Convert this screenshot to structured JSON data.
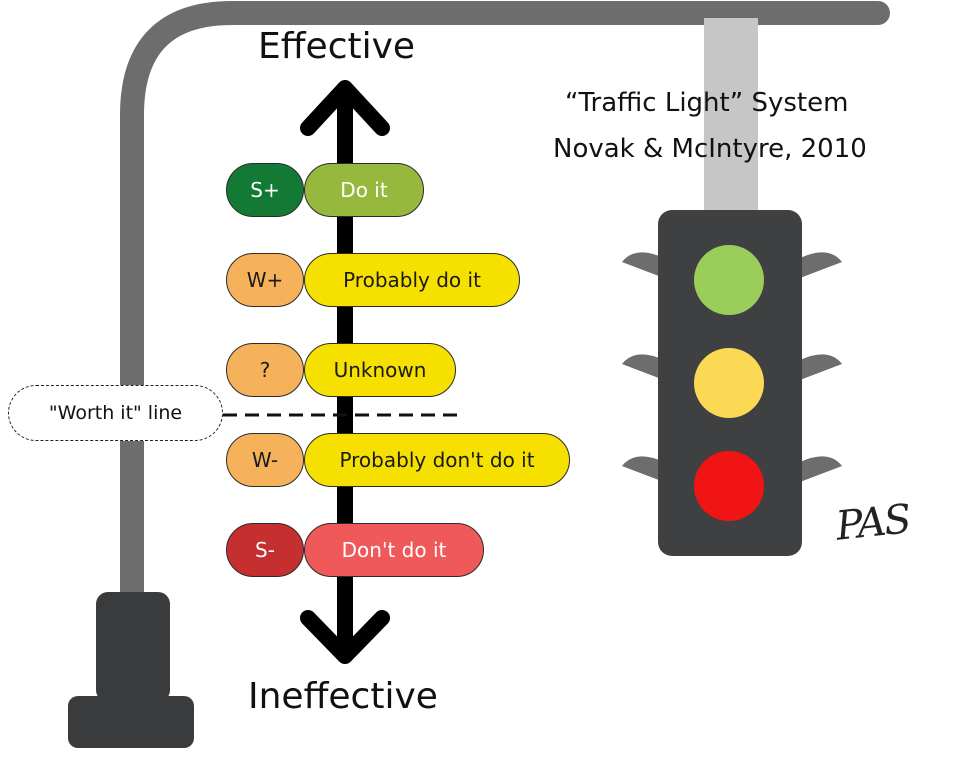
{
  "axis": {
    "top_label": "Effective",
    "bottom_label": "Ineffective"
  },
  "title": {
    "line1": "“Traffic Light” System",
    "line2": "Novak & McIntyre, 2010"
  },
  "worth_line": {
    "label": "\"Worth it\" line"
  },
  "levels": [
    {
      "grade": "S+",
      "advice": "Do it",
      "grade_color": "#127a35",
      "advice_color": "#96b83c",
      "text_color": "#ffffff"
    },
    {
      "grade": "W+",
      "advice": "Probably do it",
      "grade_color": "#f6b25a",
      "advice_color": "#f6e000",
      "text_color": "#1a1a1a"
    },
    {
      "grade": "?",
      "advice": "Unknown",
      "grade_color": "#f6b25a",
      "advice_color": "#f6e000",
      "text_color": "#1a1a1a"
    },
    {
      "grade": "W-",
      "advice": "Probably don't do it",
      "grade_color": "#f6b25a",
      "advice_color": "#f6e000",
      "text_color": "#1a1a1a"
    },
    {
      "grade": "S-",
      "advice": "Don't do it",
      "grade_color": "#c62f2f",
      "advice_color": "#f0595a",
      "text_color": "#ffffff"
    }
  ],
  "traffic_light": {
    "lamps": [
      {
        "name": "green",
        "color": "#9acd5a"
      },
      {
        "name": "yellow",
        "color": "#fcd955"
      },
      {
        "name": "red",
        "color": "#f01414"
      }
    ]
  },
  "signature": "PAS"
}
